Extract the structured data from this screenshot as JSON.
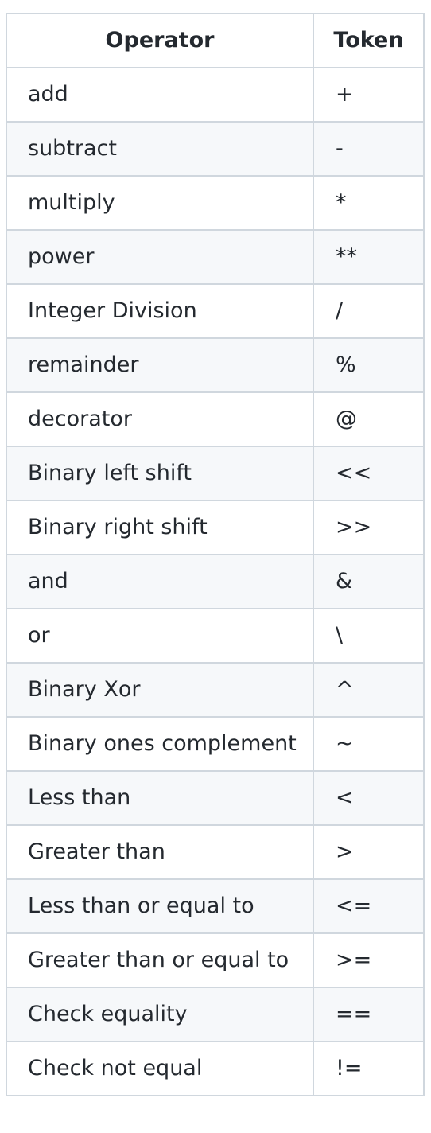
{
  "table": {
    "headers": [
      "Operator",
      "Token"
    ],
    "rows": [
      [
        "add",
        "+"
      ],
      [
        "subtract",
        "-"
      ],
      [
        "multiply",
        "*"
      ],
      [
        "power",
        "**"
      ],
      [
        "Integer Division",
        "/"
      ],
      [
        "remainder",
        "%"
      ],
      [
        "decorator",
        "@"
      ],
      [
        "Binary left shift",
        "<<"
      ],
      [
        "Binary right shift",
        ">>"
      ],
      [
        "and",
        "&"
      ],
      [
        "or",
        "\\"
      ],
      [
        "Binary Xor",
        "^"
      ],
      [
        "Binary ones complement",
        "~"
      ],
      [
        "Less than",
        "<"
      ],
      [
        "Greater than",
        ">"
      ],
      [
        "Less than or equal to",
        "<="
      ],
      [
        "Greater than or equal to",
        ">="
      ],
      [
        "Check equality",
        "=="
      ],
      [
        "Check not equal",
        "!="
      ]
    ]
  },
  "colors": {
    "border": "#d0d7de",
    "row_alt": "#f6f8fa",
    "text": "#24292f"
  }
}
